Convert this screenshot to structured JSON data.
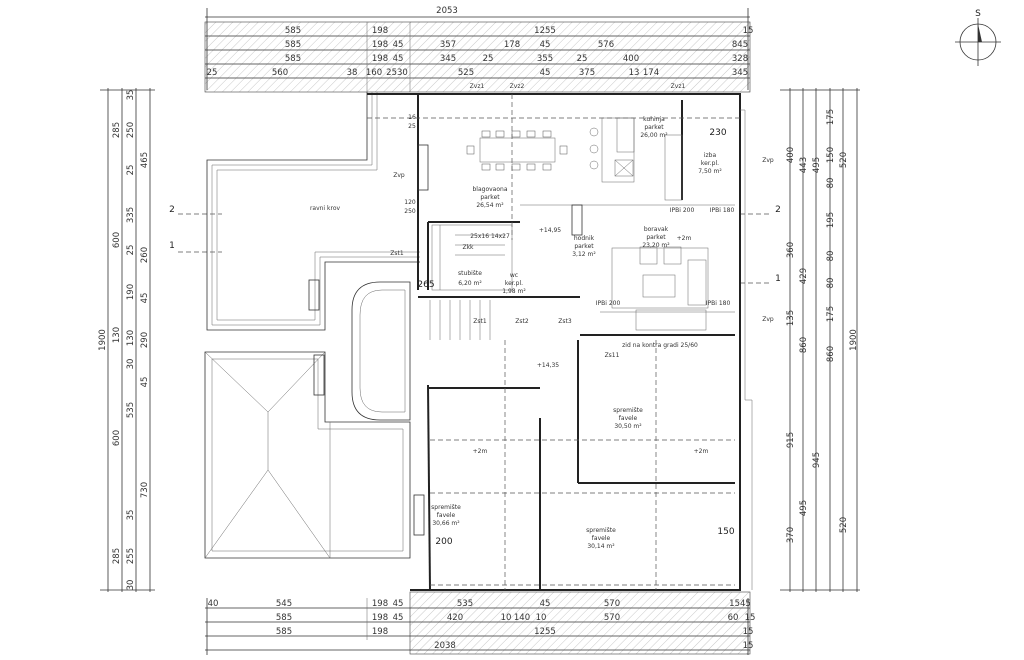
{
  "top_dims": {
    "r0": [
      "2053"
    ],
    "r1": [
      "585",
      "198",
      "1255",
      "15"
    ],
    "r2": [
      "585",
      "198",
      "45",
      "357",
      "178",
      "45",
      "576",
      "845"
    ],
    "r3": [
      "585",
      "198",
      "45",
      "345",
      "25",
      "355",
      "25",
      "400",
      "328"
    ],
    "r4": [
      "25",
      "560",
      "38",
      "160",
      "2530",
      "525",
      "45",
      "375",
      "13",
      "174",
      "345"
    ]
  },
  "bottom_dims": {
    "r1": [
      "40",
      "545",
      "198",
      "45",
      "535",
      "45",
      "570",
      "1545"
    ],
    "r2": [
      "585",
      "198",
      "45",
      "420",
      "10",
      "140",
      "10",
      "570",
      "60",
      "15"
    ],
    "r3": [
      "585",
      "198",
      "1255",
      "15"
    ],
    "r4": [
      "2038",
      "15"
    ]
  },
  "left_dims": {
    "c0": [
      "1900"
    ],
    "c1": [
      "285",
      "600",
      "130",
      "600",
      "285"
    ],
    "c2": [
      "35",
      "250",
      "25",
      "335",
      "25",
      "190",
      "130",
      "30",
      "535",
      "730",
      "35",
      "255",
      "30"
    ],
    "c3": [
      "465",
      "260",
      "290",
      "45",
      "45"
    ]
  },
  "right_dims": {
    "c1": [
      "400",
      "360",
      "135",
      "915",
      "370"
    ],
    "c2": [
      "443",
      "429",
      "860",
      "495"
    ],
    "c3": [
      "495",
      "945",
      "520"
    ],
    "c4": [
      "175",
      "150",
      "80",
      "195",
      "80",
      "80",
      "175",
      "860"
    ],
    "c5": [
      "520",
      "1900"
    ]
  },
  "section_marks": [
    "2",
    "1",
    "2",
    "1"
  ],
  "compass": "S",
  "rooms": [
    {
      "name": "blagovaona",
      "floor": "parket",
      "area": "26,54 m²"
    },
    {
      "name": "kuhinja",
      "floor": "parket",
      "area": "26,00 m²"
    },
    {
      "name": "izba",
      "floor": "ker.pl.",
      "area": "7,50 m²"
    },
    {
      "name": "boravak",
      "floor": "parket",
      "area": "23,20 m²"
    },
    {
      "name": "hodnik",
      "floor": "parket",
      "area": "3,12 m²"
    },
    {
      "name": "stubište",
      "floor": "",
      "area": "6,20 m²"
    },
    {
      "name": "wc",
      "floor": "ker.pl.",
      "area": "1,98 m²"
    },
    {
      "name": "spremište",
      "floor": "favele",
      "area": "30,50 m²"
    },
    {
      "name": "spremište",
      "floor": "favele",
      "area": "30,66 m²"
    },
    {
      "name": "spremište",
      "floor": "favele",
      "area": "30,14 m²"
    }
  ],
  "annotations": {
    "roof": "ravni krov",
    "zvp": "Zvp",
    "zvp2": "Zvp",
    "zvp3": "Zvp",
    "zst1": "Zst1",
    "zst1b": "Zst1",
    "zst2": "Zst2",
    "zst3": "Zst3",
    "zs11": "Zs11",
    "zvz1": "Zvz1",
    "zvz2": "Zvz2",
    "zvz1b": "Zvz1",
    "stairs": "25x16 14x27",
    "zkk": "Zkk",
    "ipb1": "IPBi 200",
    "ipb2": "IPBi 180",
    "ipb3": "IPBi 200",
    "ipb4": "IPBi 180",
    "lvl1": "+14,95",
    "lvl2": "+14,35",
    "wall_note": "zid na kontra gradi 25/60",
    "h1": "+2m",
    "h2": "+2m",
    "h3": "+2m",
    "d230": "230",
    "d265": "265",
    "d200": "200",
    "d150": "150",
    "d120": "120",
    "d250": "250",
    "d16": "16",
    "d25": "25"
  }
}
